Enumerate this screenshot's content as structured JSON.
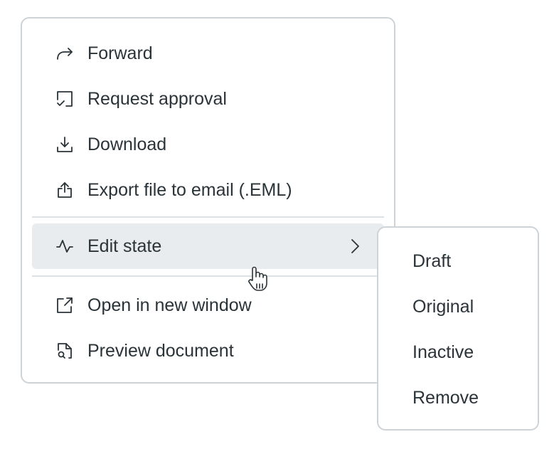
{
  "main_menu": {
    "items": [
      {
        "label": "Forward",
        "icon": "forward-arrow-icon"
      },
      {
        "label": "Request approval",
        "icon": "approval-check-icon"
      },
      {
        "label": "Download",
        "icon": "download-icon"
      },
      {
        "label": "Export file to email (.EML)",
        "icon": "export-upload-icon"
      },
      {
        "label": "Edit state",
        "icon": "activity-pulse-icon"
      },
      {
        "label": "Open in new window",
        "icon": "external-link-icon"
      },
      {
        "label": "Preview document",
        "icon": "document-search-icon"
      }
    ]
  },
  "submenu": {
    "items": [
      {
        "label": "Draft"
      },
      {
        "label": "Original"
      },
      {
        "label": "Inactive"
      },
      {
        "label": "Remove"
      }
    ]
  },
  "colors": {
    "text": "#2a3338",
    "highlight": "#e9ecee",
    "border": "#cdd3d7"
  }
}
